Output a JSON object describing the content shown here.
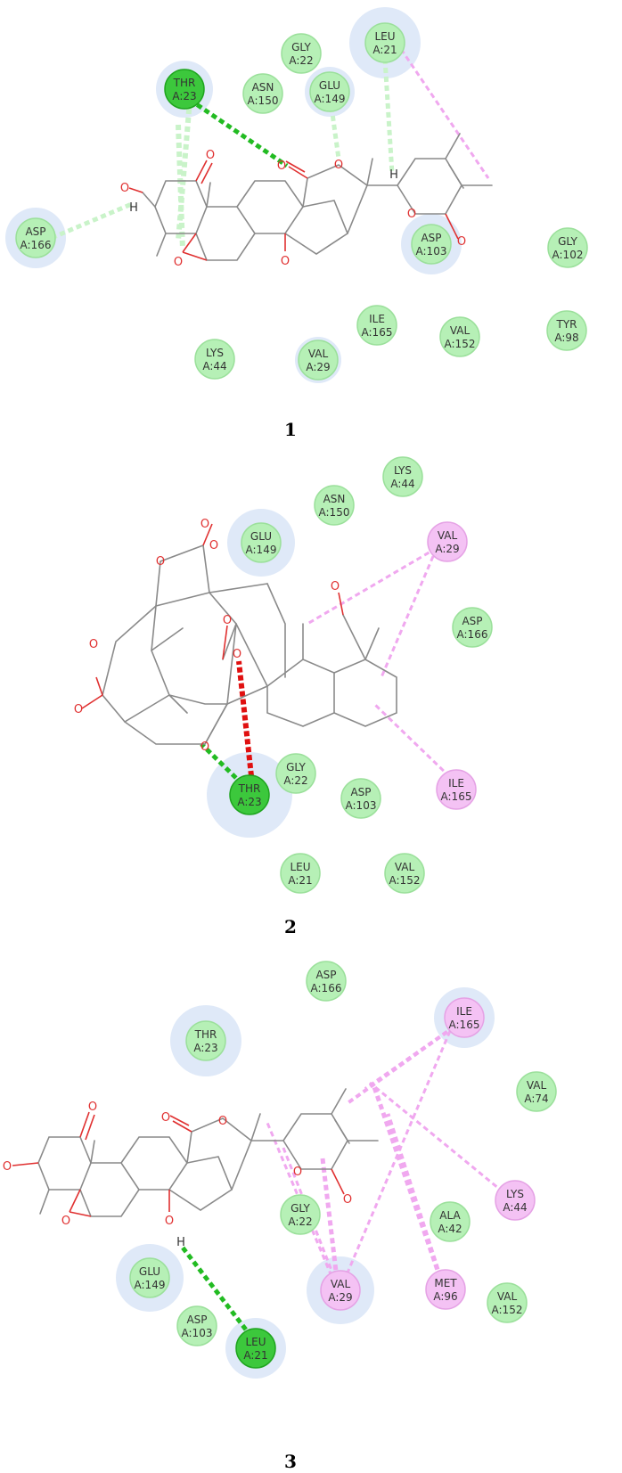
{
  "panels": [
    {
      "caption": "1",
      "residues": [
        {
          "id": "thr23",
          "name": "THR",
          "num": "A:23",
          "type": "hbond"
        },
        {
          "id": "asn150",
          "name": "ASN",
          "num": "A:150",
          "type": "vdw"
        },
        {
          "id": "gly22",
          "name": "GLY",
          "num": "A:22",
          "type": "vdw"
        },
        {
          "id": "glu149",
          "name": "GLU",
          "num": "A:149",
          "type": "vdw"
        },
        {
          "id": "leu21",
          "name": "LEU",
          "num": "A:21",
          "type": "vdw"
        },
        {
          "id": "asp166",
          "name": "ASP",
          "num": "A:166",
          "type": "vdw"
        },
        {
          "id": "asp103",
          "name": "ASP",
          "num": "A:103",
          "type": "vdw"
        },
        {
          "id": "gly102",
          "name": "GLY",
          "num": "A:102",
          "type": "vdw"
        },
        {
          "id": "ile165",
          "name": "ILE",
          "num": "A:165",
          "type": "vdw"
        },
        {
          "id": "val152",
          "name": "VAL",
          "num": "A:152",
          "type": "vdw"
        },
        {
          "id": "tyr98",
          "name": "TYR",
          "num": "A:98",
          "type": "vdw"
        },
        {
          "id": "lys44",
          "name": "LYS",
          "num": "A:44",
          "type": "vdw"
        },
        {
          "id": "val29",
          "name": "VAL",
          "num": "A:29",
          "type": "vdw"
        }
      ]
    },
    {
      "caption": "2",
      "residues": [
        {
          "id": "lys44",
          "name": "LYS",
          "num": "A:44",
          "type": "vdw"
        },
        {
          "id": "asn150",
          "name": "ASN",
          "num": "A:150",
          "type": "vdw"
        },
        {
          "id": "glu149",
          "name": "GLU",
          "num": "A:149",
          "type": "vdw"
        },
        {
          "id": "val29",
          "name": "VAL",
          "num": "A:29",
          "type": "alkyl"
        },
        {
          "id": "asp166",
          "name": "ASP",
          "num": "A:166",
          "type": "vdw"
        },
        {
          "id": "gly22",
          "name": "GLY",
          "num": "A:22",
          "type": "vdw"
        },
        {
          "id": "thr23",
          "name": "THR",
          "num": "A:23",
          "type": "hbond"
        },
        {
          "id": "asp103",
          "name": "ASP",
          "num": "A:103",
          "type": "vdw"
        },
        {
          "id": "ile165",
          "name": "ILE",
          "num": "A:165",
          "type": "alkyl"
        },
        {
          "id": "leu21",
          "name": "LEU",
          "num": "A:21",
          "type": "vdw"
        },
        {
          "id": "val152",
          "name": "VAL",
          "num": "A:152",
          "type": "vdw"
        }
      ]
    },
    {
      "caption": "3",
      "residues": [
        {
          "id": "asp166",
          "name": "ASP",
          "num": "A:166",
          "type": "vdw"
        },
        {
          "id": "thr23",
          "name": "THR",
          "num": "A:23",
          "type": "vdw"
        },
        {
          "id": "ile165",
          "name": "ILE",
          "num": "A:165",
          "type": "alkyl"
        },
        {
          "id": "val74",
          "name": "VAL",
          "num": "A:74",
          "type": "vdw"
        },
        {
          "id": "lys44",
          "name": "LYS",
          "num": "A:44",
          "type": "alkyl"
        },
        {
          "id": "gly22",
          "name": "GLY",
          "num": "A:22",
          "type": "vdw"
        },
        {
          "id": "ala42",
          "name": "ALA",
          "num": "A:42",
          "type": "vdw"
        },
        {
          "id": "glu149",
          "name": "GLU",
          "num": "A:149",
          "type": "vdw"
        },
        {
          "id": "val29",
          "name": "VAL",
          "num": "A:29",
          "type": "alkyl"
        },
        {
          "id": "met96",
          "name": "MET",
          "num": "A:96",
          "type": "alkyl"
        },
        {
          "id": "val152",
          "name": "VAL",
          "num": "A:152",
          "type": "vdw"
        },
        {
          "id": "asp103",
          "name": "ASP",
          "num": "A:103",
          "type": "vdw"
        },
        {
          "id": "leu21",
          "name": "LEU",
          "num": "A:21",
          "type": "hbond"
        }
      ]
    }
  ],
  "atom_labels": {
    "oxygen": "O",
    "hydrogen": "H"
  },
  "colors": {
    "vdw_fill": "#b6f0b6",
    "vdw_stroke": "#9be09b",
    "hbond_fill": "#3cc83c",
    "hbond_stroke": "#1fa51f",
    "alkyl_fill": "#f4c2f4",
    "alkyl_stroke": "#e5a2e5",
    "halo": "#dfe9f8",
    "hbond_line": "#22bb22",
    "weak_hbond_line": "#c9f3c9",
    "alkyl_line": "#f0a8ef",
    "unfavorable_line": "#e01010",
    "bond": "#8a8a8a",
    "oxygen": "#e03030"
  }
}
